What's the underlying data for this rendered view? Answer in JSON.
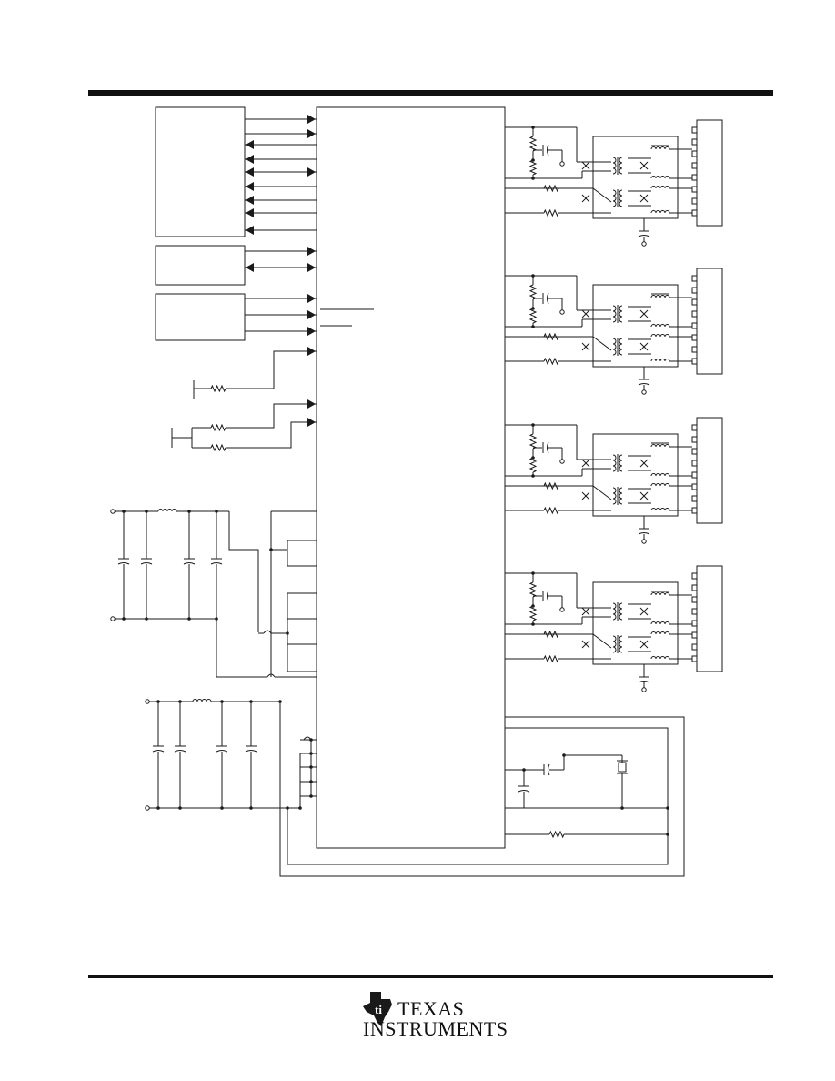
{
  "page": {
    "background": "#ffffff",
    "ink": "#1a1a1a"
  },
  "footer": {
    "logo_icon": "ti-state-icon",
    "brand_line1": "TEXAS",
    "brand_line2": "INSTRUMENTS"
  },
  "diagram": {
    "main_ic": "controller-ic",
    "left_blocks": [
      "upper-interface-block",
      "middle-interface-block",
      "lower-interface-block"
    ],
    "ports": 4,
    "filter_networks": 2,
    "crystal": "crystal-icon"
  }
}
